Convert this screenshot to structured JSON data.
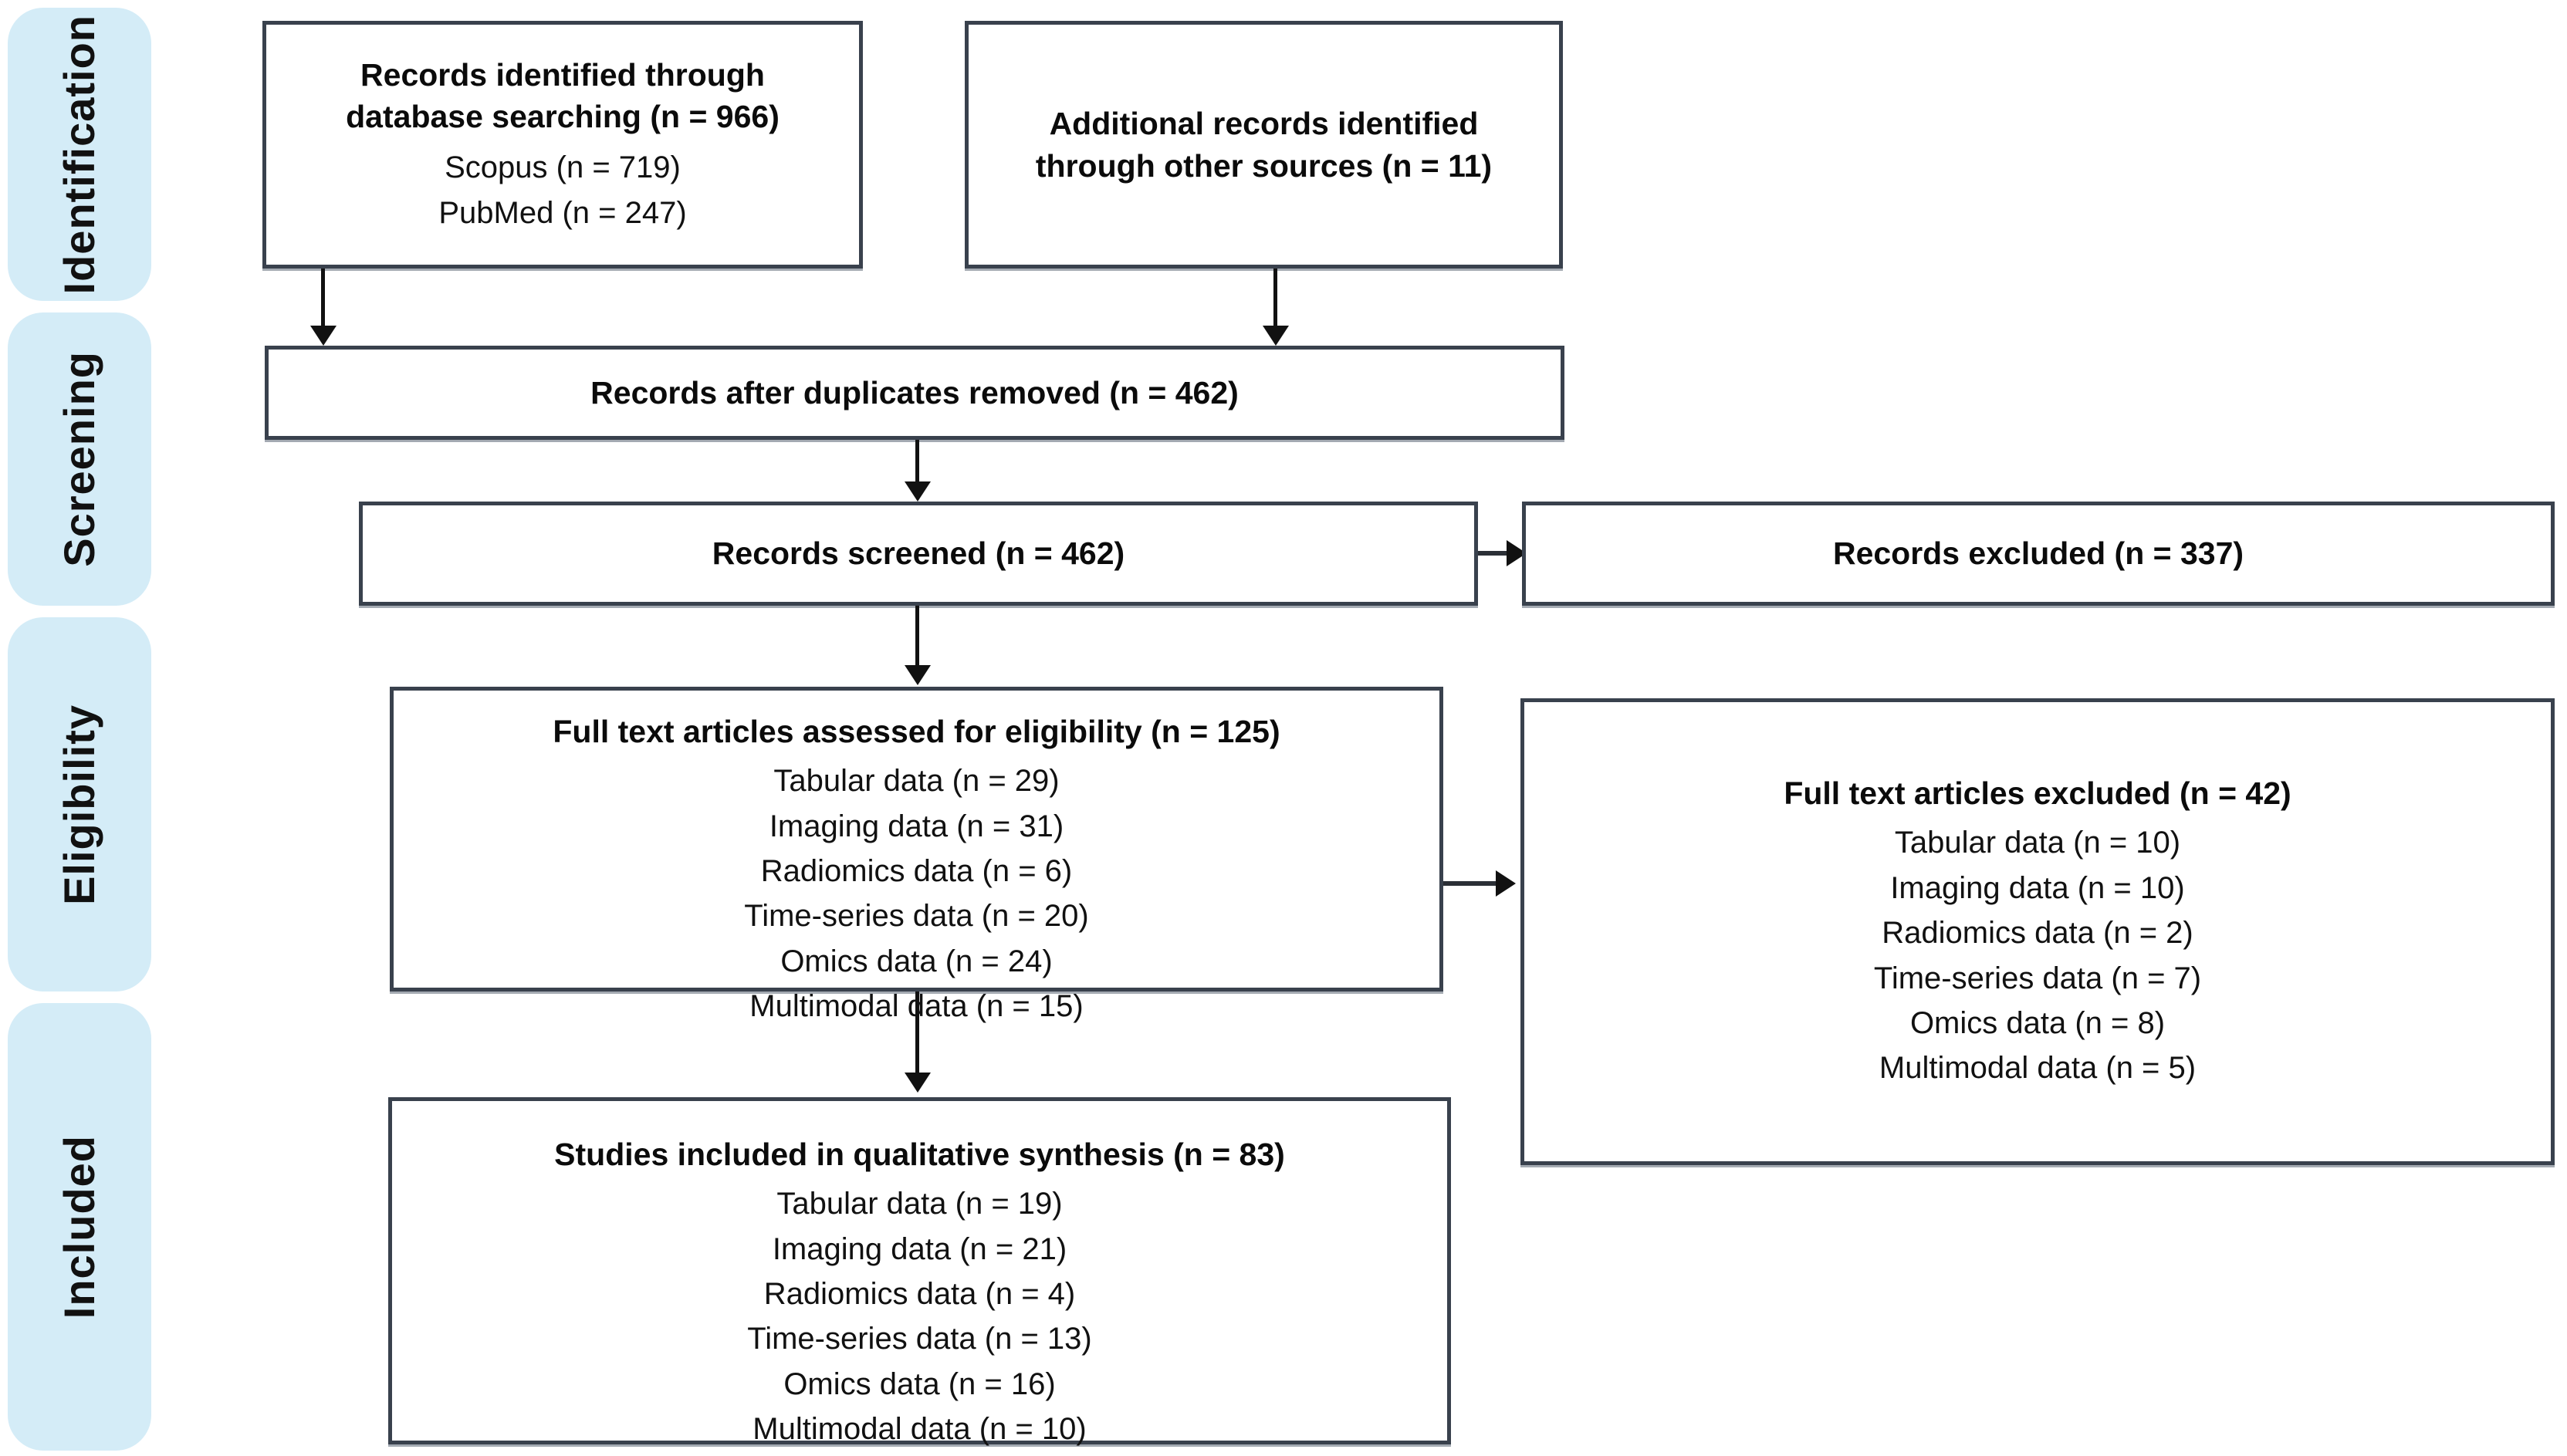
{
  "diagram": {
    "title": "PRISMA study selection flow diagram",
    "accent_color": "#d4ecf7",
    "box_border_color": "#39414d"
  },
  "phases": [
    {
      "id": "identification",
      "label": "Identification"
    },
    {
      "id": "screening",
      "label": "Screening"
    },
    {
      "id": "eligibility",
      "label": "Eligibility"
    },
    {
      "id": "included",
      "label": "Included"
    }
  ],
  "boxes": {
    "records_identified": {
      "title": "Records identified through\ndatabase searching (n = 966)",
      "lines": [
        "Scopus (n = 719)",
        "PubMed (n = 247)"
      ]
    },
    "additional_records": {
      "title": "Additional records identified\nthrough other sources (n = 11)",
      "lines": []
    },
    "duplicates_removed": {
      "title": "Records after duplicates removed (n = 462)",
      "lines": []
    },
    "records_screened": {
      "title": "Records screened (n = 462)",
      "lines": []
    },
    "records_excluded": {
      "title": "Records excluded (n = 337)",
      "lines": []
    },
    "fulltext_assessed": {
      "title": "Full text articles assessed for eligibility (n = 125)",
      "lines": [
        "Tabular data (n = 29)",
        "Imaging data (n = 31)",
        "Radiomics data (n = 6)",
        "Time-series data (n = 20)",
        "Omics data (n = 24)",
        "Multimodal data (n = 15)"
      ]
    },
    "fulltext_excluded": {
      "title": "Full text articles excluded (n = 42)",
      "lines": [
        "Tabular data (n = 10)",
        "Imaging data (n = 10)",
        "Radiomics data (n = 2)",
        "Time-series data (n = 7)",
        "Omics data (n = 8)",
        "Multimodal data (n = 5)"
      ]
    },
    "studies_included": {
      "title": "Studies included in qualitative synthesis (n = 83)",
      "lines": [
        "Tabular data (n = 19)",
        "Imaging data (n = 21)",
        "Radiomics data (n = 4)",
        "Time-series data (n = 13)",
        "Omics data (n = 16)",
        "Multimodal data (n = 10)"
      ]
    }
  },
  "chart_data": {
    "type": "diagram-flow",
    "title": "PRISMA flow of information through the review",
    "nodes": [
      {
        "id": "records_identified",
        "phase": "Identification",
        "label": "Records identified through database searching",
        "n": 966,
        "breakdown": [
          {
            "label": "Scopus",
            "n": 719
          },
          {
            "label": "PubMed",
            "n": 247
          }
        ]
      },
      {
        "id": "additional_records",
        "phase": "Identification",
        "label": "Additional records identified through other sources",
        "n": 11,
        "breakdown": []
      },
      {
        "id": "duplicates_removed",
        "phase": "Screening",
        "label": "Records after duplicates removed",
        "n": 462,
        "breakdown": []
      },
      {
        "id": "records_screened",
        "phase": "Screening",
        "label": "Records screened",
        "n": 462,
        "breakdown": []
      },
      {
        "id": "records_excluded",
        "phase": "Screening",
        "label": "Records excluded",
        "n": 337,
        "breakdown": []
      },
      {
        "id": "fulltext_assessed",
        "phase": "Eligibility",
        "label": "Full text articles assessed for eligibility",
        "n": 125,
        "breakdown": [
          {
            "label": "Tabular data",
            "n": 29
          },
          {
            "label": "Imaging data",
            "n": 31
          },
          {
            "label": "Radiomics data",
            "n": 6
          },
          {
            "label": "Time-series data",
            "n": 20
          },
          {
            "label": "Omics data",
            "n": 24
          },
          {
            "label": "Multimodal data",
            "n": 15
          }
        ]
      },
      {
        "id": "fulltext_excluded",
        "phase": "Eligibility",
        "label": "Full text articles excluded",
        "n": 42,
        "breakdown": [
          {
            "label": "Tabular data",
            "n": 10
          },
          {
            "label": "Imaging data",
            "n": 10
          },
          {
            "label": "Radiomics data",
            "n": 2
          },
          {
            "label": "Time-series data",
            "n": 7
          },
          {
            "label": "Omics data",
            "n": 8
          },
          {
            "label": "Multimodal data",
            "n": 5
          }
        ]
      },
      {
        "id": "studies_included",
        "phase": "Included",
        "label": "Studies included in qualitative synthesis",
        "n": 83,
        "breakdown": [
          {
            "label": "Tabular data",
            "n": 19
          },
          {
            "label": "Imaging data",
            "n": 21
          },
          {
            "label": "Radiomics data",
            "n": 4
          },
          {
            "label": "Time-series data",
            "n": 13
          },
          {
            "label": "Omics data",
            "n": 16
          },
          {
            "label": "Multimodal data",
            "n": 10
          }
        ]
      }
    ],
    "edges": [
      {
        "from": "records_identified",
        "to": "duplicates_removed",
        "direction": "down"
      },
      {
        "from": "additional_records",
        "to": "duplicates_removed",
        "direction": "down"
      },
      {
        "from": "duplicates_removed",
        "to": "records_screened",
        "direction": "down"
      },
      {
        "from": "records_screened",
        "to": "records_excluded",
        "direction": "right"
      },
      {
        "from": "records_screened",
        "to": "fulltext_assessed",
        "direction": "down"
      },
      {
        "from": "fulltext_assessed",
        "to": "fulltext_excluded",
        "direction": "right"
      },
      {
        "from": "fulltext_assessed",
        "to": "studies_included",
        "direction": "down"
      }
    ]
  }
}
